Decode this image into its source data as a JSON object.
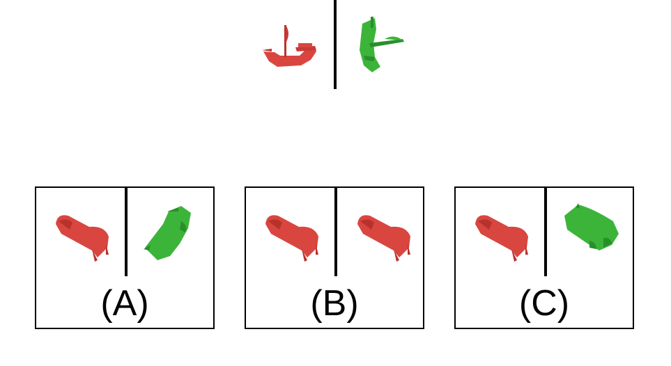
{
  "colors": {
    "red": "#d9463f",
    "red_dark": "#b8322c",
    "green": "#3cb43a",
    "green_dark": "#2a8f2b",
    "line": "#000000"
  },
  "reference": {
    "left_object": "red-ship-icon",
    "right_object": "green-ship-icon"
  },
  "options": [
    {
      "label": "(A)",
      "left_object": "red-sofa-icon",
      "right_object": "green-sofa-icon"
    },
    {
      "label": "(B)",
      "left_object": "red-sofa-icon",
      "right_object": "red-sofa-icon"
    },
    {
      "label": "(C)",
      "left_object": "red-sofa-icon",
      "right_object": "green-sofa-icon"
    }
  ]
}
